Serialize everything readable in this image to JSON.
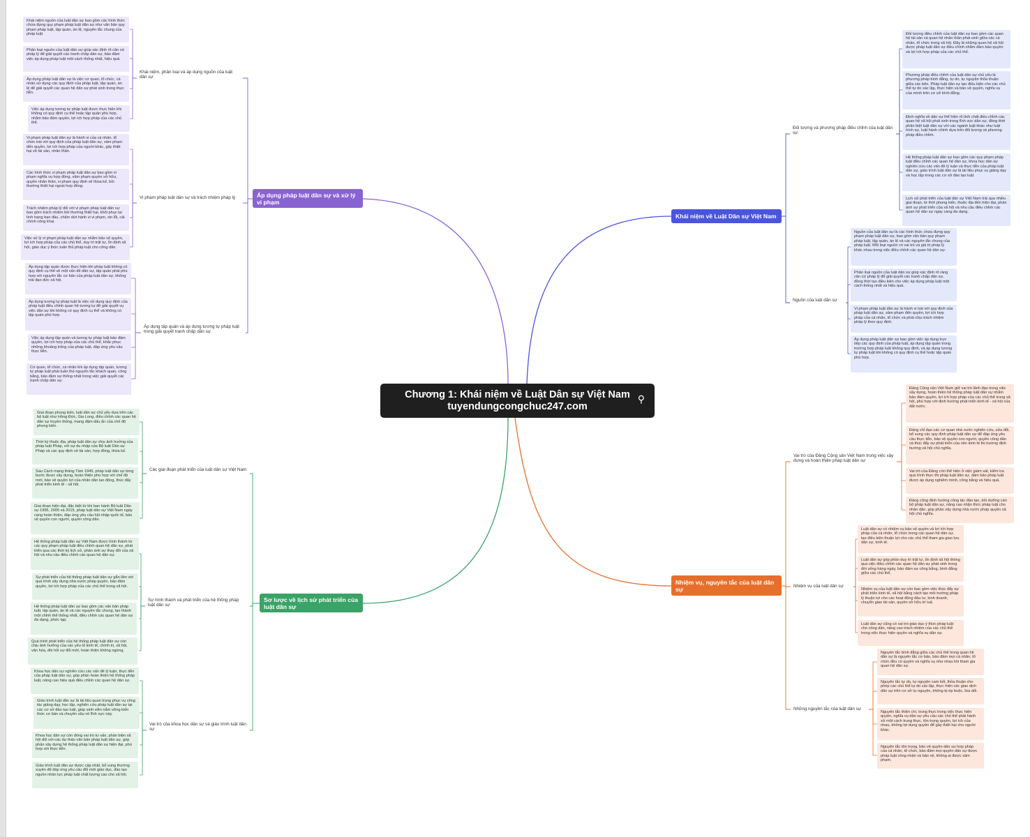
{
  "root": {
    "title_line1": "Chương 1: Khái niệm về Luật Dân sự Việt Nam",
    "title_line2": "tuyendungcongchuc247.com",
    "icon": "paperclip-icon"
  },
  "colors": {
    "purple": "#8a63d2",
    "blue": "#4a55dc",
    "green": "#3aa367",
    "orange": "#e66f2c",
    "root_bg": "#1f1f1f"
  },
  "branches": [
    {
      "id": "b1",
      "color": "purple",
      "title": "Áp dụng pháp luật dân sự và xử lý vi phạm",
      "subs": [
        {
          "title": "Khái niệm, phân loại và áp dụng nguồn của luật dân sự",
          "leaves": [
            "Khái niệm nguồn của luật dân sự bao gồm các hình thức chứa đựng quy phạm pháp luật dân sự như văn bản quy phạm pháp luật, tập quán, án lệ, nguyên tắc chung của pháp luật.",
            "Phân loại nguồn của luật dân sự giúp xác định rõ căn cứ pháp lý để giải quyết các tranh chấp dân sự, bảo đảm việc áp dụng pháp luật một cách thống nhất, hiệu quả.",
            "Áp dụng pháp luật dân sự là việc cơ quan, tổ chức, cá nhân sử dụng các quy định của pháp luật, tập quán, án lệ để giải quyết các quan hệ dân sự phát sinh trong thực tiễn.",
            "Việc áp dụng tương tự pháp luật được thực hiện khi không có quy định cụ thể hoặc tập quán phù hợp, nhằm bảo đảm quyền, lợi ích hợp pháp của các chủ thể."
          ]
        },
        {
          "title": "Vi phạm pháp luật dân sự và trách nhiệm pháp lý",
          "leaves": [
            "Vi phạm pháp luật dân sự là hành vi của cá nhân, tổ chức trái với quy định của pháp luật dân sự, xâm phạm đến quyền, lợi ích hợp pháp của người khác, gây thiệt hại về tài sản, nhân thân.",
            "Các hình thức vi phạm pháp luật dân sự bao gồm vi phạm nghĩa vụ hợp đồng, xâm phạm quyền sở hữu, quyền nhân thân, vi phạm quy định về thừa kế, bồi thường thiệt hại ngoài hợp đồng.",
            "Trách nhiệm pháp lý đối với vi phạm pháp luật dân sự bao gồm trách nhiệm bồi thường thiệt hại, khôi phục lại tình trạng ban đầu, chấm dứt hành vi vi phạm, xin lỗi, cải chính công khai.",
            "Việc xử lý vi phạm pháp luật dân sự nhằm bảo vệ quyền, lợi ích hợp pháp của các chủ thể, duy trì trật tự, ổn định xã hội, giáo dục ý thức tuân thủ pháp luật cho công dân."
          ]
        },
        {
          "title": "Áp dụng tập quán và áp dụng tương tự pháp luật trong giải quyết tranh chấp dân sự",
          "leaves": [
            "Áp dụng tập quán được thực hiện khi pháp luật không có quy định cụ thể về một vấn đề dân sự, tập quán phải phù hợp với nguyên tắc cơ bản của pháp luật dân sự, không trái đạo đức xã hội.",
            "Áp dụng tương tự pháp luật là việc sử dụng quy định của pháp luật điều chỉnh quan hệ tương tự để giải quyết vụ việc dân sự khi không có quy định cụ thể và không có tập quán phù hợp.",
            "Việc áp dụng tập quán và tương tự pháp luật bảo đảm quyền, lợi ích hợp pháp của các chủ thể, khắc phục những khoảng trống của pháp luật, đáp ứng yêu cầu thực tiễn.",
            "Cơ quan, tổ chức, cá nhân khi áp dụng tập quán, tương tự pháp luật phải tuân thủ nguyên tắc khách quan, công bằng, bảo đảm sự thống nhất trong việc giải quyết các tranh chấp dân sự."
          ]
        }
      ]
    },
    {
      "id": "b2",
      "color": "blue",
      "title": "Khái niệm về Luật Dân sự Việt Nam",
      "subs": [
        {
          "title": "Đối tượng và phương pháp điều chỉnh của luật dân sự",
          "leaves": [
            "Đối tượng điều chỉnh của luật dân sự bao gồm các quan hệ tài sản và quan hệ nhân thân phát sinh giữa các cá nhân, tổ chức trong xã hội. Đây là những quan hệ xã hội được pháp luật dân sự điều chỉnh nhằm đảm bảo quyền và lợi ích hợp pháp của các chủ thể.",
            "Phương pháp điều chỉnh của luật dân sự chủ yếu là phương pháp bình đẳng, tự do, tự nguyện thỏa thuận giữa các bên. Pháp luật dân sự tạo điều kiện cho các chủ thể tự do xác lập, thực hiện và bảo vệ quyền, nghĩa vụ của mình trên cơ sở bình đẳng.",
            "Định nghĩa về dân sự thể hiện rõ tính chất điều chỉnh các quan hệ xã hội phát sinh trong lĩnh vực dân sự, đồng thời phân biệt luật dân sự với các ngành luật khác như luật hình sự, luật hành chính dựa trên đối tượng và phương pháp điều chỉnh.",
            "Hệ thống pháp luật dân sự bao gồm các quy phạm pháp luật điều chỉnh các quan hệ dân sự, khoa học dân sự nghiên cứu các vấn đề lý luận và thực tiễn của pháp luật dân sự, giáo trình luật dân sự là tài liệu phục vụ giảng dạy và học tập trong các cơ sở đào tạo luật.",
            "Lịch sử phát triển của luật dân sự Việt Nam trải qua nhiều giai đoạn, từ thời phong kiến, thuộc địa đến hiện đại, phản ánh sự phát triển của xã hội và nhu cầu điều chỉnh các quan hệ dân sự ngày càng đa dạng."
          ]
        },
        {
          "title": "Nguồn của luật dân sự",
          "leaves": [
            "Nguồn của luật dân sự là các hình thức chứa đựng quy phạm pháp luật dân sự, bao gồm văn bản quy phạm pháp luật, tập quán, án lệ và các nguyên tắc chung của pháp luật. Mỗi loại nguồn có vai trò và giá trị pháp lý khác nhau trong việc điều chỉnh các quan hệ dân sự.",
            "Phân loại nguồn của luật dân sự giúp xác định rõ ràng căn cứ pháp lý để giải quyết các tranh chấp dân sự, đồng thời tạo điều kiện cho việc áp dụng pháp luật một cách thống nhất và hiệu quả.",
            "Vi phạm pháp luật dân sự là hành vi trái với quy định của pháp luật dân sự, xâm phạm đến quyền, lợi ích hợp pháp của cá nhân, tổ chức và phải chịu trách nhiệm pháp lý theo quy định.",
            "Áp dụng pháp luật dân sự bao gồm việc áp dụng trực tiếp các quy định của pháp luật, áp dụng tập quán trong trường hợp pháp luật không quy định, và áp dụng tương tự pháp luật khi không có quy định cụ thể hoặc tập quán phù hợp."
          ]
        }
      ]
    },
    {
      "id": "b3",
      "color": "green",
      "title": "Sơ lược về lịch sử phát triển của luật dân sự",
      "subs": [
        {
          "title": "Các giai đoạn phát triển của luật dân sự Việt Nam",
          "leaves": [
            "Giai đoạn phong kiến, luật dân sự chủ yếu dựa trên các bộ luật như Hồng Đức, Gia Long, điều chỉnh các quan hệ dân sự truyền thống, mang đậm dấu ấn của chế độ phong kiến.",
            "Thời kỳ thuộc địa, pháp luật dân sự chịu ảnh hưởng của pháp luật Pháp, với sự du nhập của Bộ luật Dân sự Pháp và các quy định về tài sản, hợp đồng, thừa kế.",
            "Sau Cách mạng tháng Tám 1945, pháp luật dân sự từng bước được xây dựng, hoàn thiện phù hợp với chế độ mới, bảo vệ quyền lợi của nhân dân lao động, thúc đẩy phát triển kinh tế - xã hội.",
            "Giai đoạn hiện đại, đặc biệt từ khi ban hành Bộ luật Dân sự 1995, 2005 và 2015, pháp luật dân sự Việt Nam ngày càng hoàn thiện, đáp ứng yêu cầu hội nhập quốc tế, bảo vệ quyền con người, quyền công dân."
          ]
        },
        {
          "title": "Sự hình thành và phát triển của hệ thống pháp luật dân sự",
          "leaves": [
            "Hệ thống pháp luật dân sự Việt Nam được hình thành từ các quy phạm pháp luật điều chỉnh quan hệ dân sự, phát triển qua các thời kỳ lịch sử, phản ánh sự thay đổi của xã hội và nhu cầu điều chỉnh các quan hệ dân sự.",
            "Sự phát triển của hệ thống pháp luật dân sự gắn liền với quá trình xây dựng nhà nước pháp quyền, bảo đảm quyền, lợi ích hợp pháp của các chủ thể trong xã hội.",
            "Hệ thống pháp luật dân sự bao gồm các văn bản pháp luật, tập quán, án lệ và các nguyên tắc chung, tạo thành một chỉnh thể thống nhất, điều chỉnh các quan hệ dân sự đa dạng, phức tạp.",
            "Quá trình phát triển của hệ thống pháp luật dân sự còn chịu ảnh hưởng của các yếu tố kinh tế, chính trị, xã hội, văn hóa, đòi hỏi sự đổi mới, hoàn thiện không ngừng."
          ]
        },
        {
          "title": "Vai trò của khoa học dân sự và giáo trình luật dân sự",
          "leaves": [
            "Khoa học dân sự nghiên cứu các vấn đề lý luận, thực tiễn của pháp luật dân sự, góp phần hoàn thiện hệ thống pháp luật, nâng cao hiệu quả điều chỉnh các quan hệ dân sự.",
            "Giáo trình luật dân sự là tài liệu quan trọng phục vụ công tác giảng dạy, học tập, nghiên cứu pháp luật dân sự tại các cơ sở đào tạo luật, giúp sinh viên nắm vững kiến thức cơ bản và chuyên sâu về lĩnh vực này.",
            "Khoa học dân sự còn đóng vai trò tư vấn, phản biện xã hội đối với các dự thảo văn bản pháp luật dân sự, góp phần xây dựng hệ thống pháp luật dân sự hiện đại, phù hợp với thực tiễn.",
            "Giáo trình luật dân sự được cập nhật, bổ sung thường xuyên để đáp ứng yêu cầu đổi mới giáo dục, đào tạo nguồn nhân lực pháp luật chất lượng cao cho xã hội."
          ]
        }
      ]
    },
    {
      "id": "b4",
      "color": "orange",
      "title": "Nhiệm vụ, nguyên tắc của luật dân sự",
      "subs": [
        {
          "title": "Vai trò của Đảng Cộng sản Việt Nam trong việc xây dựng và hoàn thiện pháp luật dân sự",
          "leaves": [
            "Đảng Cộng sản Việt Nam giữ vai trò lãnh đạo trong việc xây dựng, hoàn thiện hệ thống pháp luật dân sự nhằm bảo đảm quyền, lợi ích hợp pháp của các chủ thể trong xã hội, phù hợp với định hướng phát triển kinh tế - xã hội của đất nước.",
            "Đảng chỉ đạo các cơ quan nhà nước nghiên cứu, sửa đổi, bổ sung các quy định pháp luật dân sự để đáp ứng yêu cầu thực tiễn, bảo vệ quyền con người, quyền công dân và thúc đẩy sự phát triển của nền kinh tế thị trường định hướng xã hội chủ nghĩa.",
            "Vai trò của Đảng còn thể hiện ở việc giám sát, kiểm tra quá trình thực thi pháp luật dân sự, đảm bảo pháp luật được áp dụng nghiêm minh, công bằng và hiệu quả.",
            "Đảng cũng định hướng công tác đào tạo, bồi dưỡng cán bộ pháp luật dân sự, nâng cao nhận thức pháp luật cho nhân dân, góp phần xây dựng nhà nước pháp quyền xã hội chủ nghĩa."
          ]
        },
        {
          "title": "Nhiệm vụ của luật dân sự",
          "leaves": [
            "Luật dân sự có nhiệm vụ bảo vệ quyền và lợi ích hợp pháp của cá nhân, tổ chức trong các quan hệ dân sự, tạo điều kiện thuận lợi cho các chủ thể tham gia giao lưu dân sự, kinh tế.",
            "Luật dân sự góp phần duy trì trật tự, ổn định xã hội thông qua việc điều chỉnh các quan hệ dân sự phát sinh trong đời sống hàng ngày, bảo đảm sự công bằng, bình đẳng giữa các chủ thể.",
            "Nhiệm vụ của luật dân sự còn bao gồm việc thúc đẩy sự phát triển kinh tế, xã hội bằng cách tạo môi trường pháp lý thuận lợi cho các hoạt động đầu tư, kinh doanh, chuyển giao tài sản, quyền sở hữu trí tuệ.",
            "Luật dân sự cũng có vai trò giáo dục ý thức pháp luật cho công dân, nâng cao trách nhiệm của các chủ thể trong việc thực hiện quyền và nghĩa vụ dân sự."
          ]
        },
        {
          "title": "Những nguyên tắc của luật dân sự",
          "leaves": [
            "Nguyên tắc bình đẳng giữa các chủ thể trong quan hệ dân sự là nguyên tắc cơ bản, bảo đảm mọi cá nhân, tổ chức đều có quyền và nghĩa vụ như nhau khi tham gia quan hệ dân sự.",
            "Nguyên tắc tự do, tự nguyện cam kết, thỏa thuận cho phép các chủ thể tự do xác lập, thực hiện các giao dịch dân sự trên cơ sở tự nguyện, không bị ép buộc, lừa dối.",
            "Nguyên tắc thiện chí, trung thực trong việc thực hiện quyền, nghĩa vụ dân sự yêu cầu các chủ thể phải hành xử một cách trung thực, tôn trọng quyền, lợi ích của nhau, không lợi dụng quyền để gây thiệt hại cho người khác.",
            "Nguyên tắc tôn trọng, bảo vệ quyền dân sự hợp pháp của cá nhân, tổ chức, bảo đảm mọi quyền dân sự được pháp luật công nhận và bảo vệ, không ai được xâm phạm."
          ]
        }
      ]
    }
  ]
}
